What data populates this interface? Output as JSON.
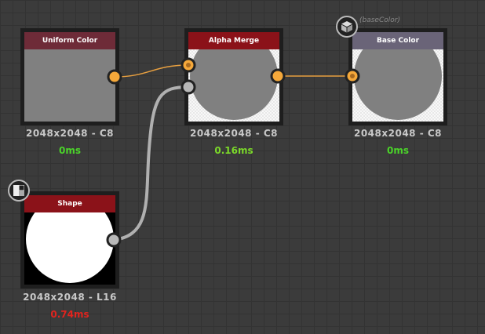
{
  "nodes": {
    "uniform": {
      "title": "Uniform Color",
      "info": "2048x2048 - C8",
      "time": "0ms"
    },
    "alpha": {
      "title": "Alpha Merge",
      "info": "2048x2048 - C8",
      "time": "0.16ms"
    },
    "base": {
      "title": "Base Color",
      "info": "2048x2048 - C8",
      "time": "0ms",
      "identifier": "(baseColor)"
    },
    "shape": {
      "title": "Shape",
      "info": "2048x2048 - L16",
      "time": "0.74ms"
    }
  },
  "colors": {
    "ok": "#4bd32a",
    "slow": "#e0241e",
    "wire": "#f0a030",
    "port": "#f5a83a"
  }
}
